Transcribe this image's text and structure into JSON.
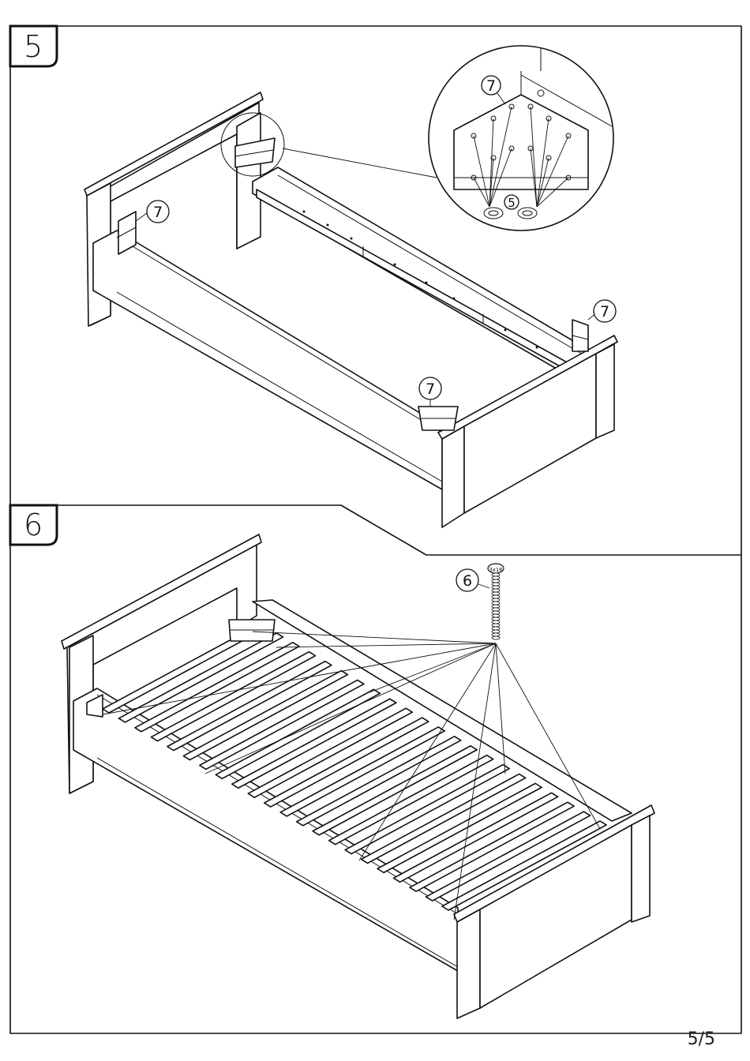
{
  "steps": [
    {
      "number": "5",
      "callouts": [
        "7",
        "7",
        "7",
        "7",
        "5"
      ]
    },
    {
      "number": "6",
      "callouts": [
        "6"
      ]
    }
  ],
  "detail_callouts": {
    "bracket": "7",
    "dowel": "5",
    "screw": "6",
    "screw_head": "3x16"
  },
  "page": {
    "number": "5/5"
  }
}
